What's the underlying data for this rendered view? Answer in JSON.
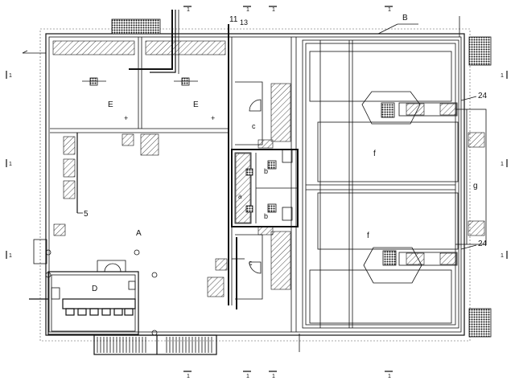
{
  "labels": {
    "room_e": "E",
    "room_a": "A",
    "room_d": "D",
    "room_f": "f",
    "room_g": "g",
    "room_b": "b",
    "room_c": "c",
    "room_a_small": "a",
    "callout_b": "B",
    "callout_5": "5",
    "callout_11": "11",
    "callout_13": "13",
    "callout_24": "24",
    "section_mark": "1"
  }
}
